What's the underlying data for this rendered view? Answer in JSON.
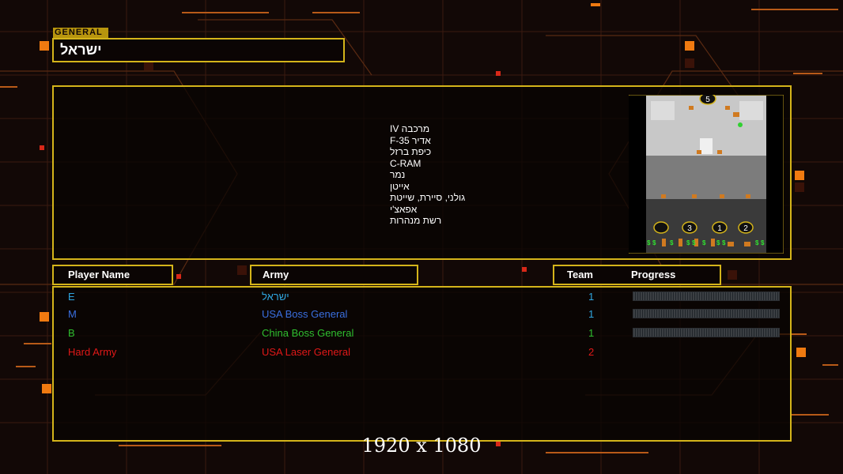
{
  "general": {
    "tag": "GENERAL",
    "name": "ישראל"
  },
  "units": [
    "מרכבה IV",
    "אדיר F-35",
    "כיפת ברזל",
    "C-RAM",
    "נמר",
    "אייטן",
    "גולני, סיירת, שייטת",
    "אפאצ'י",
    "רשת מנהרות"
  ],
  "minimap": {
    "top_marker": "5",
    "slots": [
      "",
      "3",
      "1",
      "2"
    ],
    "money_icon": "$"
  },
  "table": {
    "headers": {
      "player": "Player Name",
      "army": "Army",
      "team": "Team",
      "progress": "Progress"
    },
    "players": [
      {
        "name": "E",
        "army": "ישראל",
        "team": "1",
        "name_color": "#2fa6e0",
        "army_color": "#2fa6e0",
        "team_color": "#2fa6e0",
        "progress": 0
      },
      {
        "name": "M",
        "army": "USA Boss General",
        "team": "1",
        "name_color": "#3a6fe0",
        "army_color": "#3a6fe0",
        "team_color": "#2fa6e0",
        "progress": 0
      },
      {
        "name": "B",
        "army": "China Boss General",
        "team": "1",
        "name_color": "#2fbf2f",
        "army_color": "#2fbf2f",
        "team_color": "#2fbf2f",
        "progress": 0
      },
      {
        "name": "Hard Army",
        "army": "USA Laser General",
        "team": "2",
        "name_color": "#e01818",
        "army_color": "#e01818",
        "team_color": "#e01818",
        "progress": null
      }
    ]
  },
  "resolution": "1920 x 1080",
  "colors": {
    "frame": "#d4b41a",
    "background": "#120806",
    "accent_orange": "#f07a10"
  }
}
